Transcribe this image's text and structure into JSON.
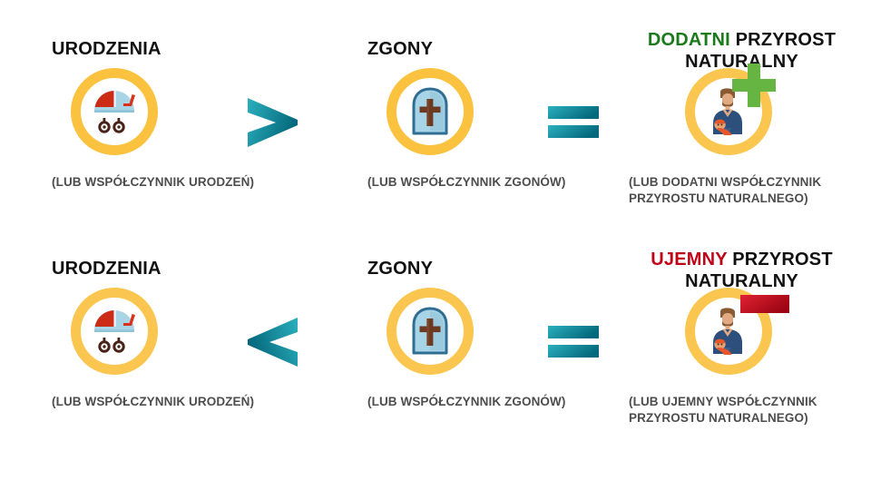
{
  "palette": {
    "ring_yellow": "#fbc23f",
    "teal_dark": "#0f7f8f",
    "teal_light": "#1aa9b8",
    "green": "#1b7a1b",
    "plus_green": "#66b543",
    "red": "#c00418",
    "minus_red": "#c8111f",
    "heading_black": "#111111",
    "caption_gray": "#4d4d4d",
    "pram_hood": "#cc2b16",
    "pram_body": "#a9d4e6",
    "pram_wheel": "#4a2318",
    "stone_fill": "#a8d4e8",
    "stone_border": "#2f6e92",
    "cross_brown": "#6b3a20",
    "shirt_blue": "#2d4f7c",
    "skin": "#d9a07a",
    "hair_brown": "#8a5a32",
    "baby_blanket": "#e8562a"
  },
  "rows": [
    {
      "id": "positive",
      "births": {
        "heading": "URODZENIA",
        "caption": "(LUB WSPÓŁCZYNNIK URODZEŃ)",
        "icon": "baby-carriage-icon"
      },
      "comparison": {
        "symbol": ">",
        "name": "greater-than-icon"
      },
      "deaths": {
        "heading": "ZGONY",
        "caption": "(LUB WSPÓŁCZYNNIK ZGONÓW)",
        "icon": "tombstone-icon"
      },
      "equals": {
        "symbol": "=",
        "name": "equals-icon"
      },
      "growth": {
        "heading_accent": "DODATNI",
        "heading_rest": "PRZYROST NATURALNY",
        "caption": "(LUB DODATNI WSPÓŁCZYNNIK PRZYROSTU NATURALNEGO)",
        "icon": "man-holding-baby-icon",
        "sign": "plus-sign-icon",
        "accent_color": "#1b7a1b"
      }
    },
    {
      "id": "negative",
      "births": {
        "heading": "URODZENIA",
        "caption": "(LUB WSPÓŁCZYNNIK URODZEŃ)",
        "icon": "baby-carriage-icon"
      },
      "comparison": {
        "symbol": "<",
        "name": "less-than-icon"
      },
      "deaths": {
        "heading": "ZGONY",
        "caption": "(LUB WSPÓŁCZYNNIK ZGONÓW)",
        "icon": "tombstone-icon"
      },
      "equals": {
        "symbol": "=",
        "name": "equals-icon"
      },
      "growth": {
        "heading_accent": "UJEMNY",
        "heading_rest": "PRZYROST NATURALNY",
        "caption": "(LUB UJEMNY WSPÓŁCZYNNIK PRZYROSTU NATURALNEGO)",
        "icon": "man-holding-baby-icon",
        "sign": "minus-sign-icon",
        "accent_color": "#c00418"
      }
    }
  ]
}
